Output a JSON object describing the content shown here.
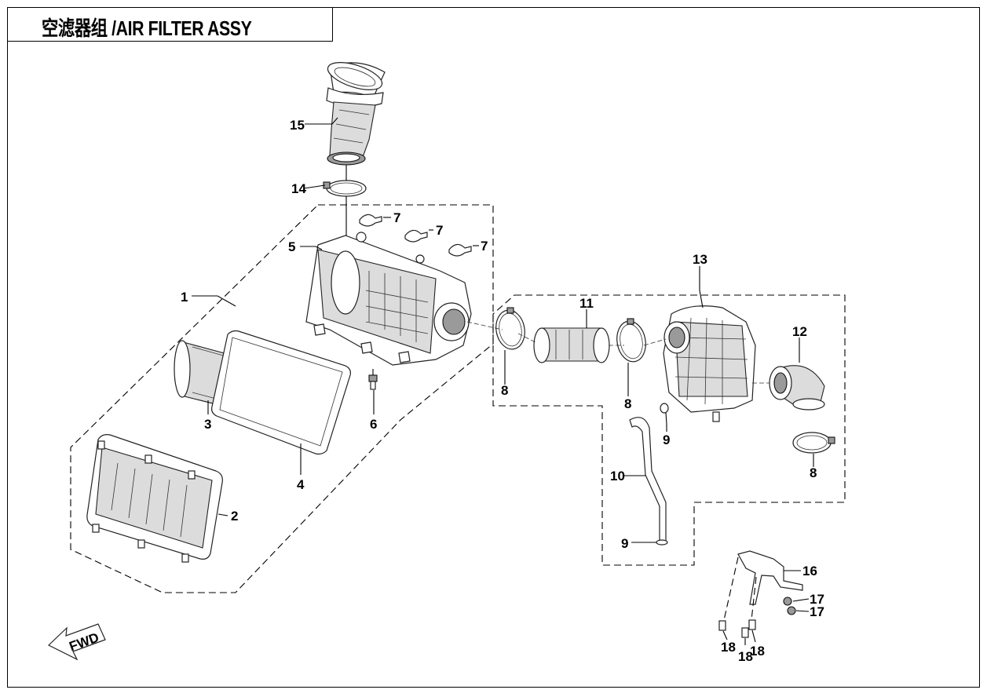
{
  "title": "空滤器组 /AIR FILTER ASSY",
  "fwd_label": "FWD",
  "callouts": {
    "c1": "1",
    "c2": "2",
    "c3": "3",
    "c4": "4",
    "c5": "5",
    "c6": "6",
    "c7a": "7",
    "c7b": "7",
    "c7c": "7",
    "c8a": "8",
    "c8b": "8",
    "c8c": "8",
    "c9a": "9",
    "c9b": "9",
    "c10": "10",
    "c11": "11",
    "c12": "12",
    "c13": "13",
    "c14": "14",
    "c15": "15",
    "c16": "16",
    "c17a": "17",
    "c17b": "17",
    "c18a": "18",
    "c18b": "18",
    "c18c": "18"
  }
}
